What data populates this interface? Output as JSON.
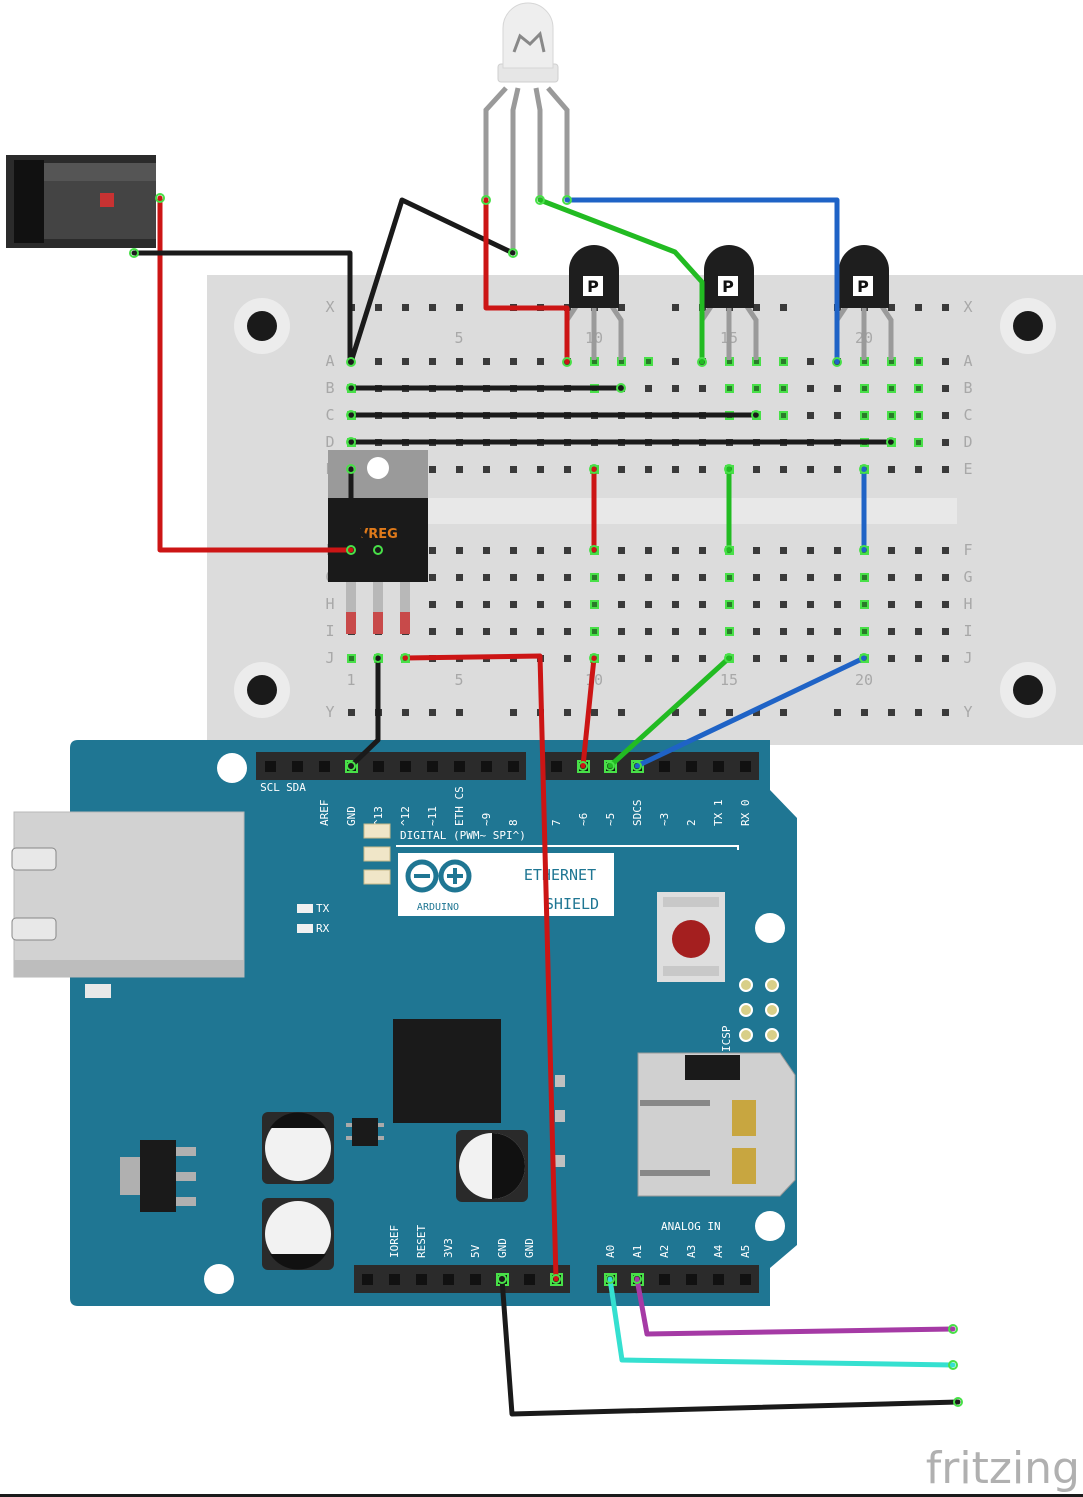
{
  "breadboard": {
    "row_letters": [
      "X",
      "A",
      "B",
      "C",
      "D",
      "E",
      "F",
      "G",
      "H",
      "I",
      "J",
      "Y"
    ],
    "column_numbers": [
      "1",
      "5",
      "10",
      "15",
      "20"
    ]
  },
  "regulator": {
    "label": "VREG"
  },
  "arduino": {
    "top_pin_labels": [
      "SCL",
      "SDA",
      "AREF",
      "GND",
      "^13",
      "^12",
      "~11",
      "ETH CS",
      "~9",
      "8",
      "7",
      "~6",
      "~5",
      "SDCS",
      "~3",
      "2",
      "TX 1",
      "RX 0"
    ],
    "digital_label": "DIGITAL (PWM~ SPI^)",
    "led_labels": [
      "TX",
      "RX"
    ],
    "logo_text": "ARDUINO",
    "shield_line1": "ETHERNET",
    "shield_line2": "SHIELD",
    "icsp_label": "ICSP",
    "analog_label": "ANALOG IN",
    "power_pin_labels": [
      "IOREF",
      "RESET",
      "3V3",
      "5V",
      "GND",
      "GND"
    ],
    "analog_pin_labels": [
      "A0",
      "A1",
      "A2",
      "A3",
      "A4",
      "A5"
    ]
  },
  "colors": {
    "board": "#1f7693",
    "wire_red": "#cc1515",
    "wire_black": "#1a1a1a",
    "wire_green": "#22bb22",
    "wire_blue": "#1f63c6",
    "wire_purple": "#a53aa5",
    "wire_cyan": "#35e0d0"
  },
  "watermark": "fritzing"
}
